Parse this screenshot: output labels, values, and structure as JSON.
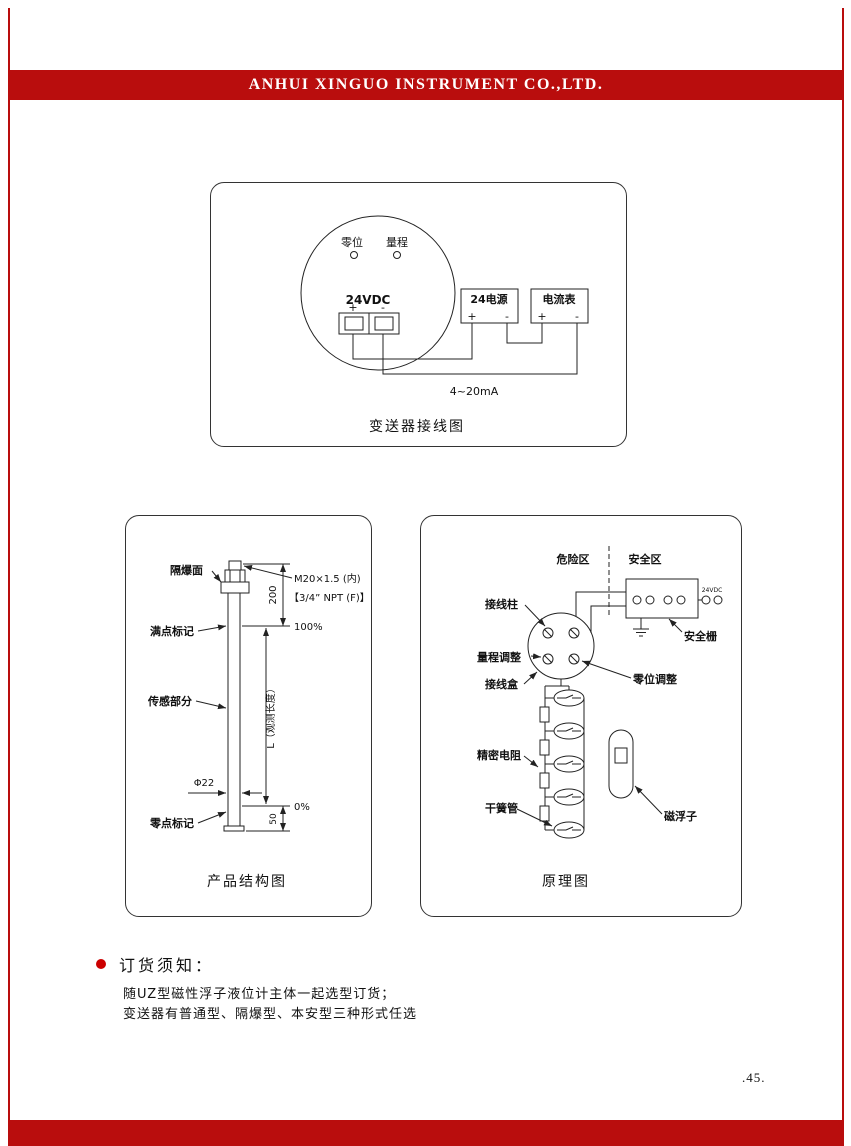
{
  "page": {
    "header_title": "ANHUI XINGUO INSTRUMENT CO.,LTD.",
    "page_number": ".45.",
    "accent_color": "#b90d0d"
  },
  "wiring": {
    "caption": "变送器接线图",
    "zero": "零位",
    "span": "量程",
    "supply": "24VDC",
    "plus": "+",
    "minus": "-",
    "power": "24电源",
    "ammeter": "电流表",
    "signal": "4~20mA"
  },
  "structure": {
    "caption": "产品结构图",
    "flameproof": "隔爆面",
    "thread_m20": "M20×1.5 (内)",
    "thread_npt": "【3/4” NPT (F)】",
    "dim_200": "200",
    "pct_100": "100%",
    "full_mark": "满点标记",
    "sensor": "传感部分",
    "length": "L（观测长度）",
    "dia": "Φ22",
    "pct_0": "0%",
    "zero_mark": "零点标记",
    "dim_50": "50"
  },
  "principle": {
    "caption": "原理图",
    "danger_zone": "危险区",
    "safe_zone": "安全区",
    "terminal_post": "接线柱",
    "span_adjust": "量程调整",
    "junction_box": "接线盒",
    "zero_adjust": "零位调整",
    "barrier": "安全栅",
    "barrier_supply": "24VDC",
    "resistor": "精密电阻",
    "reed": "干簧管",
    "float": "磁浮子"
  },
  "notes": {
    "bullet_title": "订货须知：",
    "line1": "随UZ型磁性浮子液位计主体一起选型订货；",
    "line2": "变送器有普通型、隔爆型、本安型三种形式任选"
  }
}
